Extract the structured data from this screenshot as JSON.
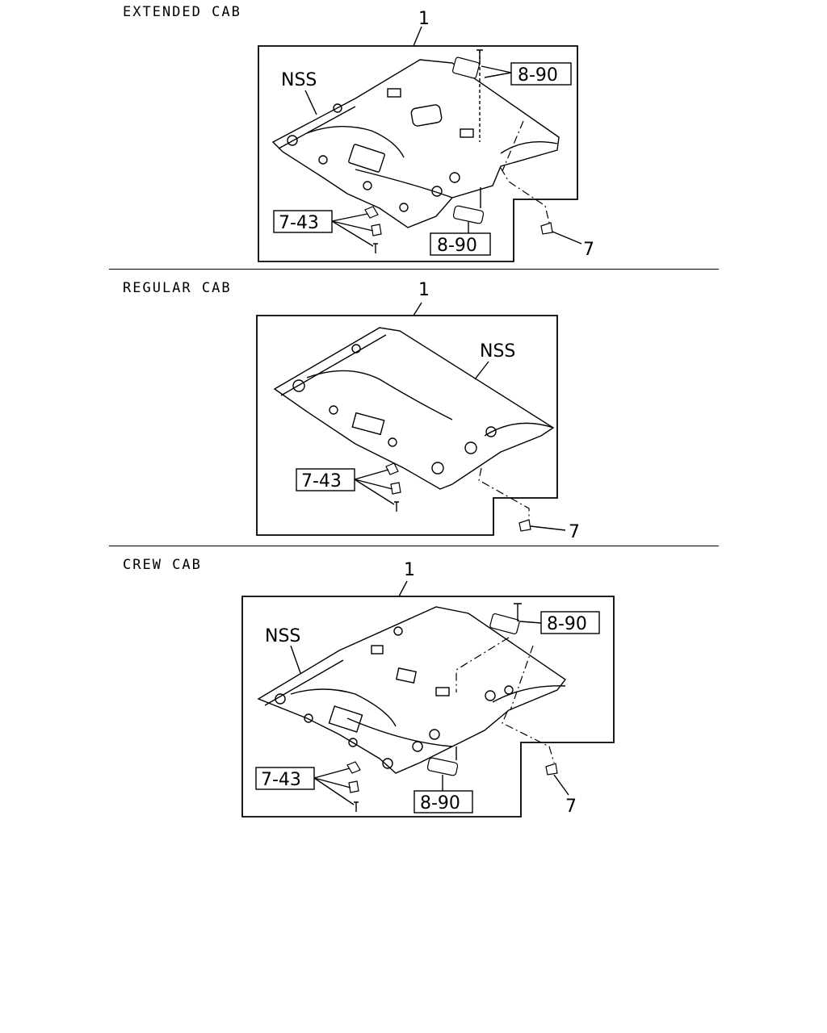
{
  "sections": [
    {
      "title": "EXTENDED CAB",
      "assembly_callout": "1",
      "nss_label": "NSS",
      "callouts": {
        "upper_ref": "8-90",
        "lower_ref": "8-90",
        "clip_ref": "7-43",
        "screw": "7"
      }
    },
    {
      "title": "REGULAR CAB",
      "assembly_callout": "1",
      "nss_label": "NSS",
      "callouts": {
        "clip_ref": "7-43",
        "screw": "7"
      }
    },
    {
      "title": "CREW CAB",
      "assembly_callout": "1",
      "nss_label": "NSS",
      "callouts": {
        "upper_ref": "8-90",
        "lower_ref": "8-90",
        "clip_ref": "7-43",
        "screw": "7"
      }
    }
  ]
}
